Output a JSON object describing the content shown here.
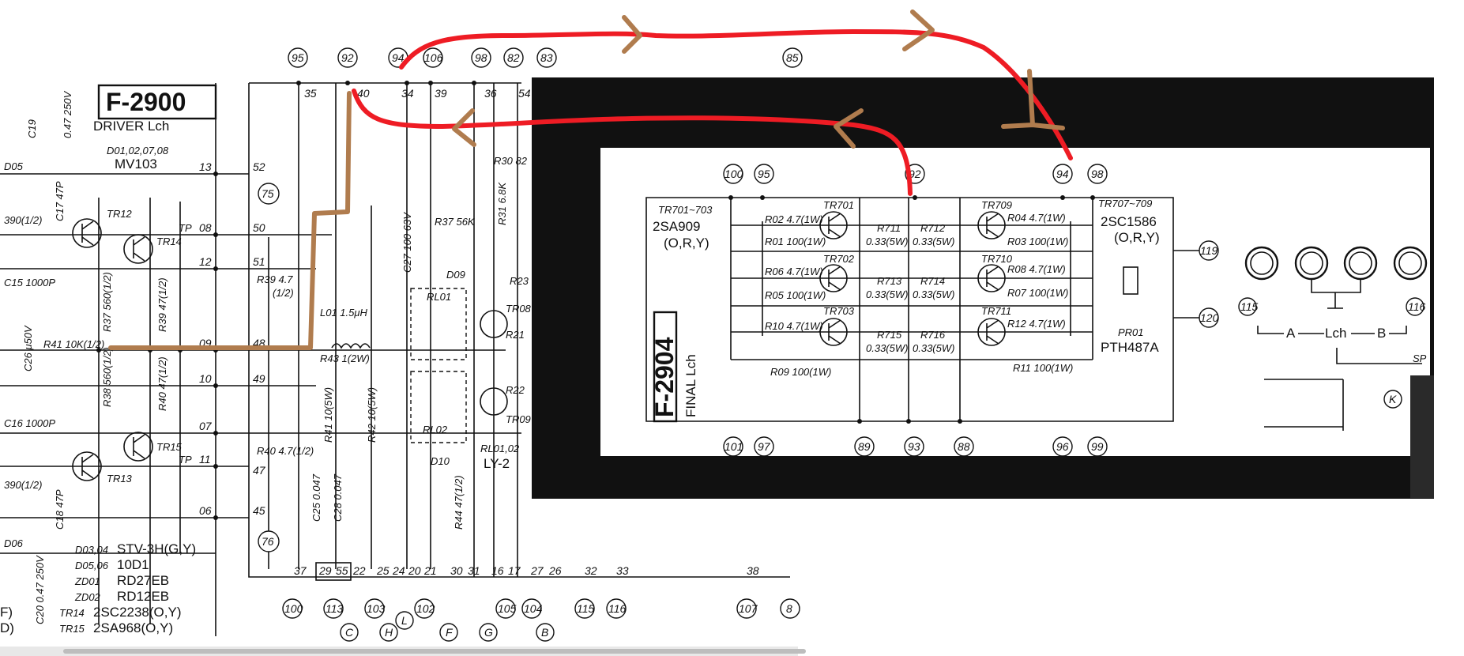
{
  "left_board": {
    "title": "F-2900",
    "subtitle": "DRIVER Lch",
    "diode_group_ref": "D01,02,07,08",
    "diode_group_part": "MV103",
    "c19": "C19",
    "c19_val": "0.47 250V",
    "d05": "D05",
    "r390_top": "390(1/2)",
    "c17": "C17 47P",
    "c15": "C15 1000P",
    "tr12": "TR12",
    "tr14": "TR14",
    "tr13": "TR13",
    "tr15": "TR15",
    "r37": "R37 560(1/2)",
    "r39": "R39 47(1/2)",
    "r38": "R38 560(1/2)",
    "r40": "R40 47(1/2)",
    "r39b": "R39 4.7",
    "r39b_half": "(1/2)",
    "c26": "C26 μ50V",
    "r41": "R41 10K(1/2)",
    "c16": "C16 1000P",
    "r390_bot": "390(1/2)",
    "c18": "C18 47P",
    "d06": "D06",
    "c20": "C20 0.47 250V",
    "legend": [
      {
        "ref": "D03,04",
        "part": "STV-3H(G,Y)"
      },
      {
        "ref": "D05,06",
        "part": "10D1"
      },
      {
        "ref": "ZD01",
        "part": "RD27EB"
      },
      {
        "ref": "ZD02",
        "part": "RD12EB"
      },
      {
        "ref": "TR14",
        "part": "2SC2238(O,Y)"
      },
      {
        "ref": "TR15",
        "part": "2SA968(O,Y)"
      }
    ],
    "edge_labels": [
      "F)",
      "D)"
    ],
    "pins_left": [
      "13",
      "08",
      "12",
      "09",
      "10",
      "07",
      "11",
      "06"
    ],
    "pins_right": [
      "52",
      "50",
      "51",
      "48",
      "49",
      "47",
      "45"
    ],
    "tp_left": [
      "TP",
      "TP"
    ],
    "circle_side": [
      "75",
      "76"
    ],
    "l01": "L01 1.5μH",
    "r43": "R43 1(2W)",
    "r41b": "R41 10(5W)",
    "r42": "R42 10(5W)",
    "c25": "C25 0.047",
    "c28": "C28 0.047",
    "r40b": "R40 4.7(1/2)",
    "c27": "C27 100 63V",
    "r37b": "R37 56K",
    "r31": "R31 6.8K",
    "r30": "R30 82",
    "r23": "R23",
    "r21": "R21",
    "r22": "R22",
    "d09": "D09",
    "d10": "D10",
    "rl01": "RL01",
    "rl02": "RL02",
    "relay_ref": "RL01,02",
    "relay_part": "LY-2",
    "tr08": "TR08",
    "tr09": "TR09",
    "r44": "R44 47(1/2)",
    "top_circles": [
      "95",
      "92",
      "94",
      "106",
      "98",
      "82",
      "83",
      "85"
    ],
    "top_nums": [
      "35",
      "40",
      "34",
      "39",
      "36",
      "54"
    ],
    "bottom_nums": [
      "37",
      "29",
      "55",
      "22",
      "25",
      "24",
      "20",
      "21",
      "30",
      "31",
      "16",
      "17",
      "27",
      "26",
      "32",
      "33",
      "38"
    ],
    "bottom_circles": [
      "100",
      "113",
      "103",
      "102",
      "105",
      "104",
      "115",
      "116",
      "107",
      "8"
    ],
    "letter_circles": [
      "C",
      "H",
      "L",
      "F",
      "G",
      "B"
    ]
  },
  "right_board": {
    "title": "F-2904",
    "subtitle": "FINAL Lch",
    "pnp_ref": "TR701~703",
    "pnp_part": "2SA909",
    "pnp_rank": "(O,R,Y)",
    "npn_ref": "TR707~709",
    "npn_part": "2SC1586",
    "npn_rank": "(O,R,Y)",
    "transistors": [
      "TR701",
      "TR702",
      "TR703",
      "TR709",
      "TR710",
      "TR711"
    ],
    "left_resistors": [
      {
        "a": "R02 4.7(1W)",
        "b": "R01 100(1W)"
      },
      {
        "a": "R06 4.7(1W)",
        "b": "R05 100(1W)"
      },
      {
        "a": "R10 4.7(1W)",
        "b": ""
      }
    ],
    "right_resistors": [
      {
        "a": "R04 4.7(1W)",
        "b": "R03 100(1W)"
      },
      {
        "a": "R08 4.7(1W)",
        "b": "R07 100(1W)"
      },
      {
        "a": "R12 4.7(1W)",
        "b": ""
      }
    ],
    "emitter_resistors": [
      {
        "ref": "R711",
        "val": "0.33(5W)"
      },
      {
        "ref": "R712",
        "val": "0.33(5W)"
      },
      {
        "ref": "R713",
        "val": "0.33(5W)"
      },
      {
        "ref": "R714",
        "val": "0.33(5W)"
      },
      {
        "ref": "R715",
        "val": "0.33(5W)"
      },
      {
        "ref": "R716",
        "val": "0.33(5W)"
      }
    ],
    "r09": "R09 100(1W)",
    "r11": "R11 100(1W)",
    "pr01_ref": "PR01",
    "pr01_part": "PTH487A",
    "top_circles": [
      "100",
      "95",
      "92",
      "94",
      "98"
    ],
    "bottom_circles": [
      "101",
      "97",
      "89",
      "93",
      "88",
      "96",
      "99"
    ],
    "side_circles": [
      "119",
      "120"
    ],
    "speaker_circles": [
      "115",
      "116"
    ],
    "speaker_a": "A",
    "speaker_lch": "Lch",
    "speaker_b": "B",
    "k_label": "K",
    "sp_label": "SP"
  },
  "annotations": {
    "red_wires": 2,
    "red_color": "#ee1c24",
    "brown_color": "#b07c4e",
    "frame_color": "#000000"
  }
}
